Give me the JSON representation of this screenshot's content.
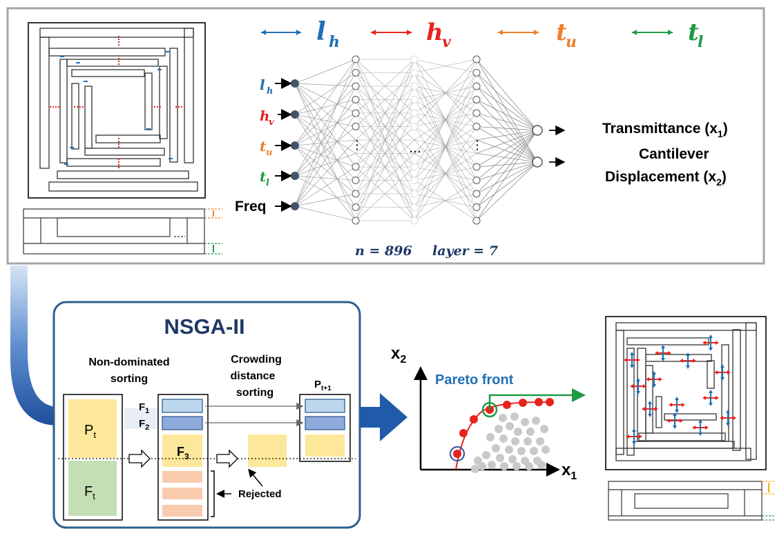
{
  "params": {
    "lh": {
      "sym": "l",
      "sub": "h",
      "color": "#1f6fb5"
    },
    "hv": {
      "sym": "h",
      "sub": "v",
      "color": "#e8231d"
    },
    "tu": {
      "sym": "t",
      "sub": "u",
      "color": "#ec7f2c"
    },
    "tl": {
      "sym": "t",
      "sub": "l",
      "color": "#1d9a45"
    }
  },
  "network": {
    "input_freq": "Freq",
    "ellipsis": "…",
    "vdots": "⋮",
    "n_label": "n = 896",
    "layer_label": "layer = 7",
    "outputs": {
      "transmittance": "Transmittance (x",
      "transmittance_sub": "1",
      "cantilever": "Cantilever",
      "displacement": "Displacement (x",
      "displacement_sub": "2",
      "close_paren": ")"
    }
  },
  "nsga": {
    "title": "NSGA-II",
    "nondom_line1": "Non-dominated",
    "nondom_line2": "sorting",
    "crowd_line1": "Crowding",
    "crowd_line2": "distance",
    "crowd_line3": "sorting",
    "P": "P",
    "P_sub": "t",
    "F": "F",
    "F_sub": "t",
    "F1": "F",
    "F1_sub": "1",
    "F2": "F",
    "F2_sub": "2",
    "F3": "F",
    "F3_sub": "3",
    "Pnext": "P",
    "Pnext_sub": "t+1",
    "rejected": "Rejected",
    "colors": {
      "yellow": "#fde79a",
      "green": "#c5dfb4",
      "blue_fill": "#bdd7ee",
      "blue_dark": "#8faadc",
      "orange": "#f8cbad"
    }
  },
  "pareto": {
    "x_label": "x",
    "x_sub": "1",
    "y_label": "x",
    "y_sub": "2",
    "front_label": "Pareto front"
  }
}
